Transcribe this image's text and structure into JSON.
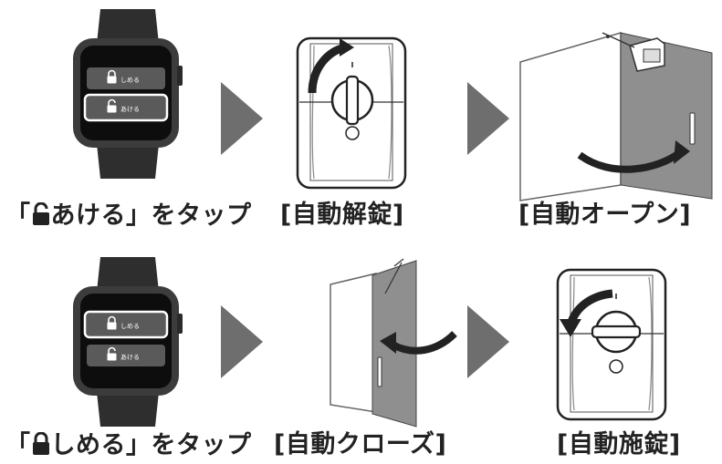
{
  "top_row": {
    "watch_buttons": {
      "lock": "しめる",
      "unlock": "あける"
    },
    "captions": {
      "step1_prefix": "「",
      "step1_text": "あける」をタップ",
      "step2": "[自動解錠]",
      "step3": "[自動オープン]"
    }
  },
  "bottom_row": {
    "watch_buttons": {
      "lock": "しめる",
      "unlock": "あける"
    },
    "captions": {
      "step1_prefix": "「",
      "step1_text": "しめる」をタップ",
      "step2": "[自動クローズ]",
      "step3": "[自動施錠]"
    }
  },
  "icons": [
    "unlocked-padlock-icon",
    "locked-padlock-icon",
    "arrow-right-icon",
    "curved-arrow-icon"
  ],
  "colors": {
    "watch_body": "#3a3a3a",
    "watch_screen": "#111111",
    "button_bg": "#555555",
    "arrow": "#6e6e6e",
    "door_panel": "#8f8f8f"
  }
}
